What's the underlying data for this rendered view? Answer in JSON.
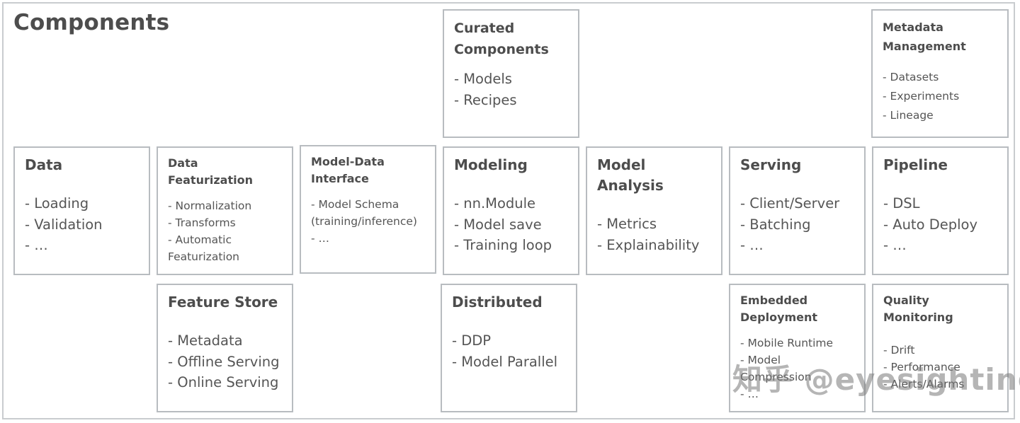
{
  "page_title": "Components",
  "boxes": [
    {
      "id": "curated",
      "title": "Curated\nComponents",
      "items": [
        "- Models",
        "- Recipes"
      ]
    },
    {
      "id": "metadata",
      "title": "Metadata\nManagement",
      "items": [
        "- Datasets",
        "- Experiments",
        "- Lineage"
      ]
    },
    {
      "id": "data",
      "title": "Data",
      "items": [
        "- Loading",
        "- Validation",
        "- …"
      ]
    },
    {
      "id": "featurization",
      "title": "Data Featurization",
      "items": [
        "- Normalization",
        "- Transforms",
        "- Automatic\nFeaturization",
        "- …"
      ]
    },
    {
      "id": "interface",
      "title": "Model-Data\nInterface",
      "items": [
        "- Model Schema\n(training/inference)",
        "- …"
      ]
    },
    {
      "id": "modeling",
      "title": "Modeling",
      "items": [
        "- nn.Module",
        "- Model save",
        "- Training loop"
      ]
    },
    {
      "id": "analysis",
      "title": "Model Analysis",
      "items": [
        "- Metrics",
        "- Explainability"
      ]
    },
    {
      "id": "serving",
      "title": "Serving",
      "items": [
        "- Client/Server",
        "- Batching",
        "- …"
      ]
    },
    {
      "id": "pipeline",
      "title": "Pipeline",
      "items": [
        "- DSL",
        "- Auto Deploy",
        "- …"
      ]
    },
    {
      "id": "featurestore",
      "title": "Feature Store",
      "items": [
        "- Metadata",
        "- Offline Serving",
        "- Online Serving"
      ]
    },
    {
      "id": "distributed",
      "title": "Distributed",
      "items": [
        "- DDP",
        "- Model Parallel"
      ]
    },
    {
      "id": "embedded",
      "title": "Embedded\nDeployment",
      "items": [
        "- Mobile Runtime",
        "- Model\nCompression",
        "- …"
      ]
    },
    {
      "id": "quality",
      "title": "Quality Monitoring",
      "items": [
        "- Drift",
        "- Performance",
        "- Alerts/Alarms"
      ]
    }
  ],
  "watermark": "知乎 @eyesighting"
}
